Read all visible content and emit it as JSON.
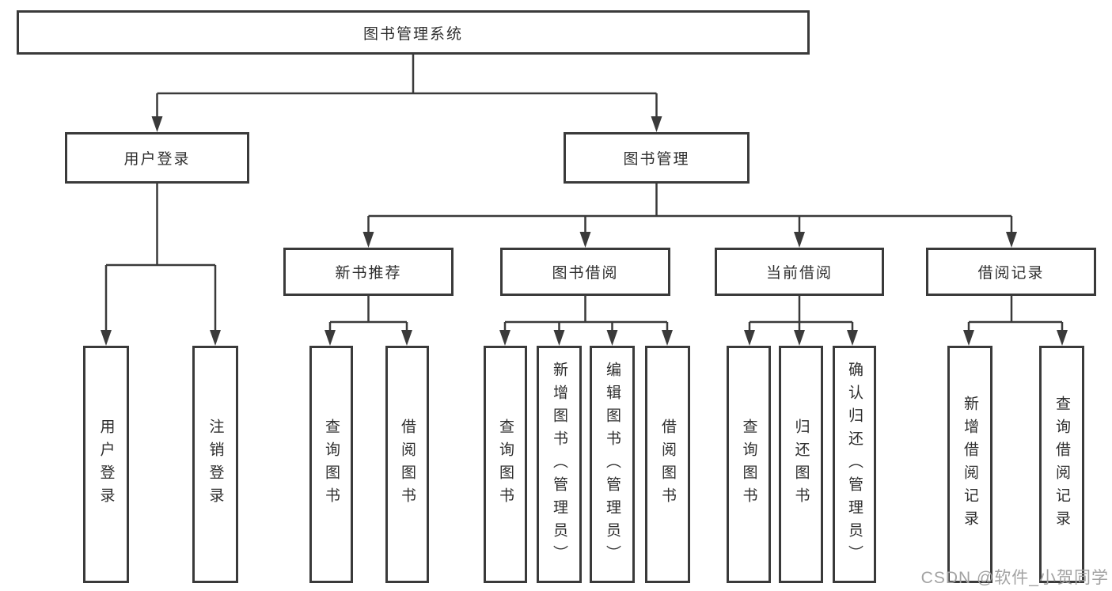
{
  "nodes": {
    "root": {
      "label": "图书管理系统"
    },
    "userLogin": {
      "label": "用户登录"
    },
    "bookMgmt": {
      "label": "图书管理"
    },
    "newBookRec": {
      "label": "新书推荐"
    },
    "bookBorrow": {
      "label": "图书借阅"
    },
    "currentBorrow": {
      "label": "当前借阅"
    },
    "borrowRecords": {
      "label": "借阅记录"
    },
    "leafUserLogin": {
      "label": "用户登录"
    },
    "leafLogout": {
      "label": "注销登录"
    },
    "leafQueryBookRec": {
      "label": "查询图书"
    },
    "leafBorrowBookRec": {
      "label": "借阅图书"
    },
    "leafQueryBookBor": {
      "label": "查询图书"
    },
    "leafAddBookAdmin": {
      "label": "新增图书（管理员）"
    },
    "leafEditBookAdmin": {
      "label": "编辑图书（管理员）"
    },
    "leafBorrowBookBor": {
      "label": "借阅图书"
    },
    "leafQueryBookCur": {
      "label": "查询图书"
    },
    "leafReturnBook": {
      "label": "归还图书"
    },
    "leafConfirmReturn": {
      "label": "确认归还（管理员）"
    },
    "leafAddRecord": {
      "label": "新增借阅记录"
    },
    "leafQueryRecord": {
      "label": "查询借阅记录"
    }
  },
  "watermark": {
    "text": "CSDN @软件_小贺同学"
  },
  "colors": {
    "line": "#3a3a3a",
    "border": "#3a3a3a",
    "text": "#2e2e2e",
    "watermark": "#a2a2a2",
    "background": "#ffffff"
  }
}
